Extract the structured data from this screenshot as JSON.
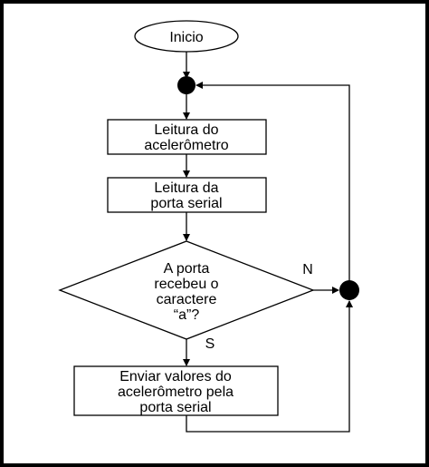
{
  "diagram": {
    "start": {
      "label": "Inicio"
    },
    "step1": {
      "lines": [
        "Leitura do",
        "acelerômetro"
      ]
    },
    "step2": {
      "lines": [
        "Leitura da",
        "porta serial"
      ]
    },
    "decision": {
      "lines": [
        "A porta",
        "recebeu o",
        "caractere",
        "“a”?"
      ]
    },
    "yes_label": "S",
    "no_label": "N",
    "step3": {
      "lines": [
        "Enviar valores do",
        "acelerômetro pela",
        "porta serial"
      ]
    }
  },
  "colors": {
    "stroke": "#000000",
    "background": "#ffffff"
  }
}
